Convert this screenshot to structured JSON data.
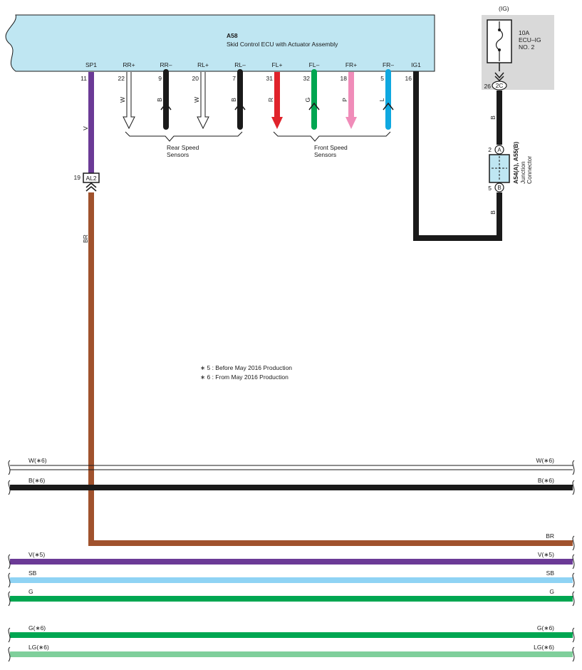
{
  "ecu": {
    "id": "A58",
    "name": "Skid Control ECU with Actuator Assembly",
    "fill": "#bfe6f2",
    "pins": [
      {
        "name": "SP1",
        "num": "11"
      },
      {
        "name": "RR+",
        "num": "22"
      },
      {
        "name": "RR–",
        "num": "9"
      },
      {
        "name": "RL+",
        "num": "20"
      },
      {
        "name": "RL–",
        "num": "7"
      },
      {
        "name": "FL+",
        "num": "31"
      },
      {
        "name": "FL–",
        "num": "32"
      },
      {
        "name": "FR+",
        "num": "18"
      },
      {
        "name": "FR–",
        "num": "5"
      },
      {
        "name": "IG1",
        "num": "16"
      }
    ]
  },
  "sensor_wires": [
    {
      "code": "W",
      "color": "#ffffff",
      "dir": "down"
    },
    {
      "code": "B",
      "color": "#1a1a1a",
      "dir": "up"
    },
    {
      "code": "W",
      "color": "#ffffff",
      "dir": "down"
    },
    {
      "code": "B",
      "color": "#1a1a1a",
      "dir": "up"
    },
    {
      "code": "R",
      "color": "#e0232b",
      "dir": "down"
    },
    {
      "code": "G",
      "color": "#00a651",
      "dir": "up"
    },
    {
      "code": "P",
      "color": "#f08cb9",
      "dir": "down"
    },
    {
      "code": "L",
      "color": "#0fa8e0",
      "dir": "up"
    }
  ],
  "sensor_groups": [
    {
      "label1": "Rear Speed",
      "label2": "Sensors"
    },
    {
      "label1": "Front Speed",
      "label2": "Sensors"
    }
  ],
  "sp1_wire": {
    "code": "V",
    "color": "#6b3a96"
  },
  "al2": {
    "pin": "19",
    "label": "AL2"
  },
  "br_wire": {
    "code": "BR",
    "color": "#a0522d"
  },
  "fuse": {
    "header": "(IG)",
    "rating": "10A",
    "name1": "ECU–IG",
    "name2": "NO. 2",
    "connector_pin": "26",
    "connector": "2C",
    "fill": "#d9d9d9"
  },
  "ig1_wire": {
    "code": "B",
    "color": "#1a1a1a"
  },
  "junction": {
    "pin_a": "2",
    "pin_a_label": "A",
    "pin_b": "5",
    "pin_b_label": "B",
    "part": "A54(A), A55(B)",
    "label1": "Junction",
    "label2": "Connector",
    "fill": "#bfe6f2"
  },
  "notes": [
    "∗ 5 : Before May 2016 Production",
    "∗ 6 : From May 2016 Production"
  ],
  "bus_lines": [
    {
      "label": "W(∗6)",
      "color": "#ffffff"
    },
    {
      "label": "B(∗6)",
      "color": "#1a1a1a"
    },
    {
      "label": "BR",
      "color": "#a0522d"
    },
    {
      "label": "V(∗5)",
      "color": "#6b3a96"
    },
    {
      "label": "SB",
      "color": "#8fd3f4"
    },
    {
      "label": "G",
      "color": "#00a651"
    },
    {
      "label": "G(∗6)",
      "color": "#00a651"
    },
    {
      "label": "LG(∗6)",
      "color": "#7fcf9b"
    }
  ]
}
